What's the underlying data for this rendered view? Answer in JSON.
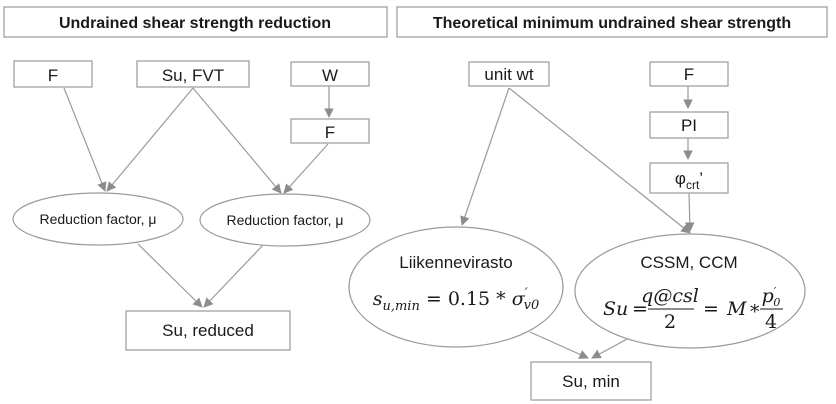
{
  "panels": {
    "left_title": "Undrained shear strength reduction",
    "right_title": "Theoretical minimum undrained shear strength"
  },
  "nodes": {
    "f_left": "F",
    "su_fvt": "Su, FVT",
    "w": "W",
    "f_mid": "F",
    "reduction_factor_1": "Reduction factor, μ",
    "reduction_factor_2": "Reduction factor,  μ",
    "su_reduced": "Su, reduced",
    "unit_wt": "unit wt",
    "f_right": "F",
    "pi": "PI",
    "phi_crt": "φcrt’",
    "liikennevirasto": "Liikennevirasto",
    "liikennevirasto_eq": "s u,min = 0.15 * σ′v0",
    "cssm_ccm": "CSSM, CCM",
    "cssm_eq": "Su = q@csl / 2 = M * p′0 / 4",
    "su_min": "Su, min"
  }
}
